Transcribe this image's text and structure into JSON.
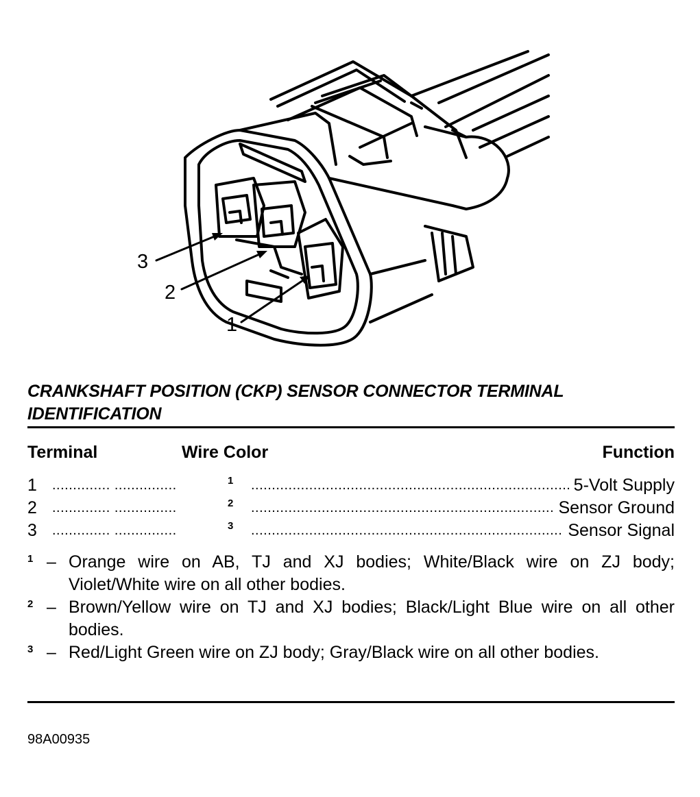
{
  "callouts": [
    "3",
    "2",
    "1"
  ],
  "title": "CRANKSHAFT POSITION (CKP) SENSOR CONNECTOR TERMINAL IDENTIFICATION",
  "table": {
    "headers": {
      "terminal": "Terminal",
      "wire_color": "Wire Color",
      "function": "Function"
    },
    "rows": [
      {
        "terminal": "1",
        "wire_color": "1",
        "function": "5-Volt Supply"
      },
      {
        "terminal": "2",
        "wire_color": "2",
        "function": "Sensor Ground"
      },
      {
        "terminal": "3",
        "wire_color": "3",
        "function": "Sensor Signal"
      }
    ]
  },
  "notes": [
    {
      "mark": "1",
      "dash": "–",
      "text": "Orange wire on AB, TJ and XJ bodies; White/Black wire on ZJ body; Violet/White wire on all other bodies."
    },
    {
      "mark": "2",
      "dash": "–",
      "text": "Brown/Yellow wire on TJ and XJ bodies; Black/Light Blue wire on all other bodies."
    },
    {
      "mark": "3",
      "dash": "–",
      "text": "Red/Light Green wire on ZJ body; Gray/Black wire on all other bodies."
    }
  ],
  "figure_id": "98A00935",
  "leader_dots_1": ".............. ...............",
  "leader_dots_2": "................................................................................"
}
